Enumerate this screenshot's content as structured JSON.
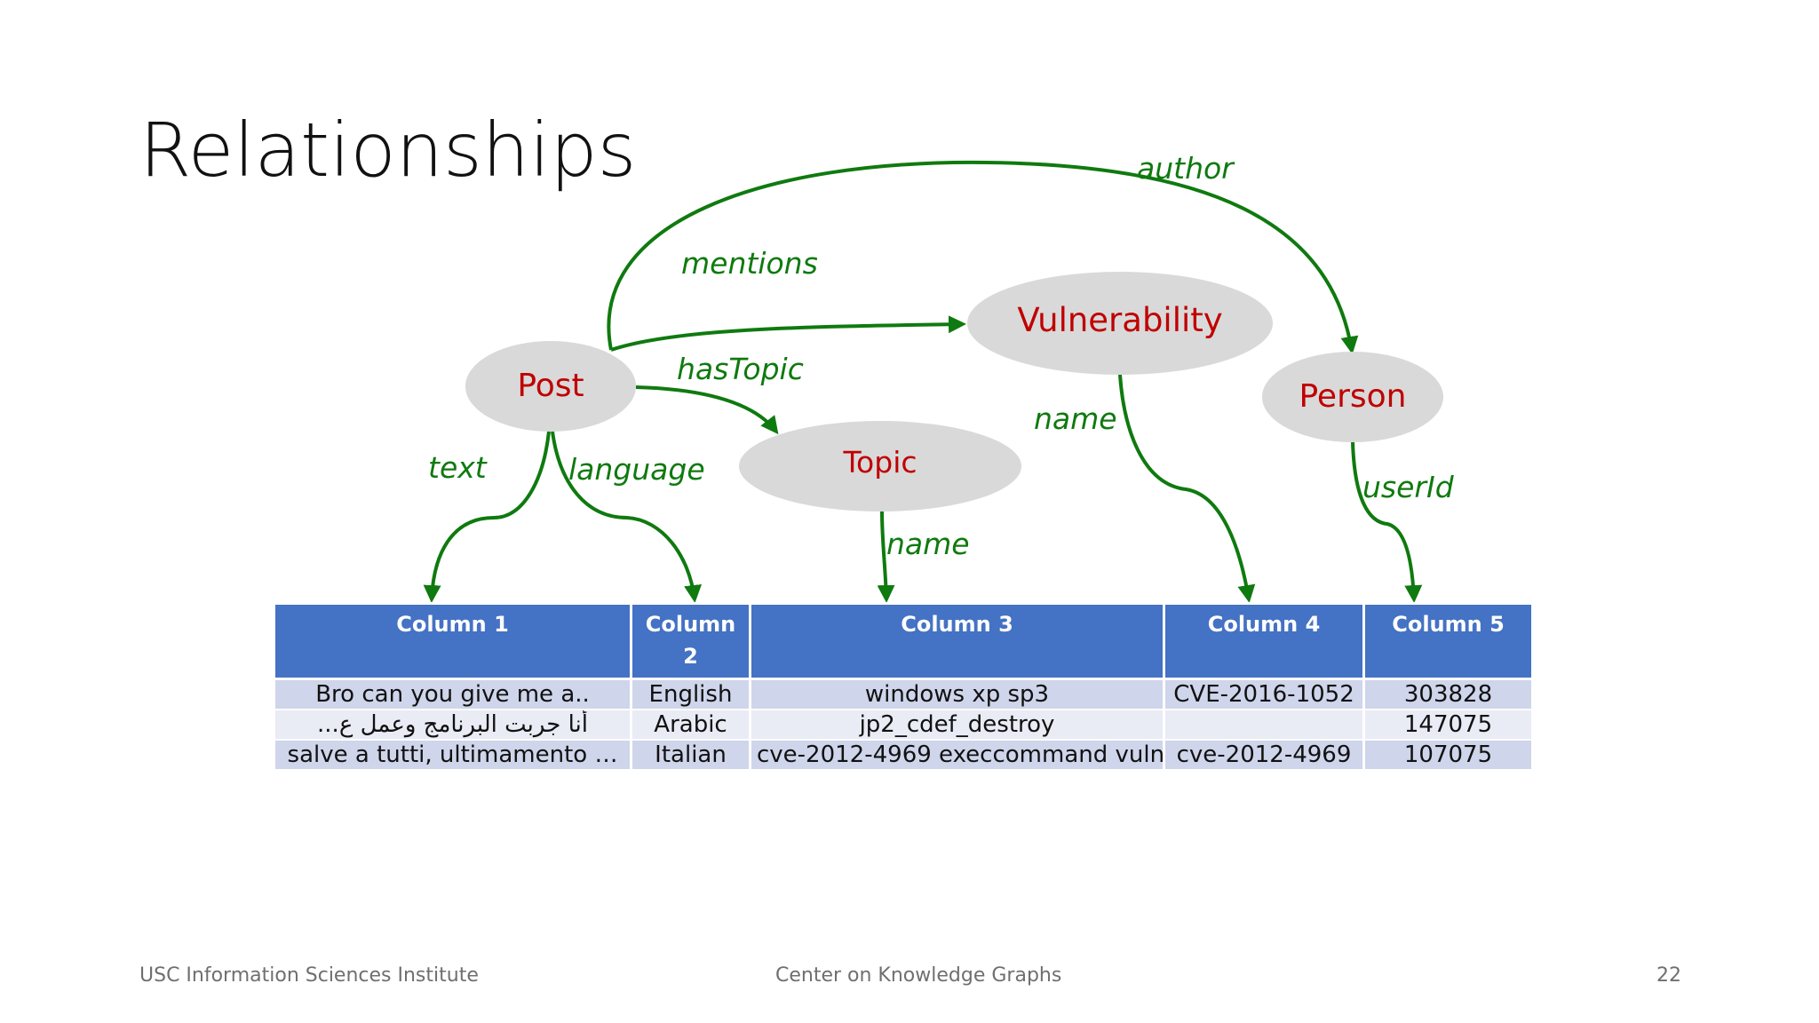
{
  "slide": {
    "title": "Relationships"
  },
  "diagram": {
    "nodes": {
      "post": "Post",
      "vulnerability": "Vulnerability",
      "topic": "Topic",
      "person": "Person"
    },
    "edges": {
      "author": "author",
      "mentions": "mentions",
      "hasTopic": "hasTopic",
      "text": "text",
      "language": "language",
      "topic_name": "name",
      "vuln_name": "name",
      "userId": "userId"
    },
    "colors": {
      "node_fill": "#d9d9d9",
      "node_text": "#c00000",
      "edge": "#0f7a0f"
    }
  },
  "table": {
    "headers": [
      "Column 1",
      "Column\n2",
      "Column 3",
      "Column 4",
      "Column 5"
    ],
    "rows": [
      [
        "Bro can you give me a..",
        "English",
        "windows xp sp3",
        "CVE-2016-1052",
        "303828"
      ],
      [
        "أنا جربت البرنامج وعمل ع...",
        "Arabic",
        "jp2_cdef_destroy",
        "",
        "147075"
      ],
      [
        "salve a tutti, ultimamento …",
        "Italian",
        "cve-2012-4969 execcommand  vuln",
        "cve-2012-4969",
        "107075"
      ]
    ],
    "colors": {
      "header_bg": "#4472c4",
      "row_odd": "#cfd5ea",
      "row_even": "#e9ebf5"
    }
  },
  "footer": {
    "left": "USC Information Sciences Institute",
    "center": "Center on Knowledge Graphs",
    "page_number": "22"
  }
}
